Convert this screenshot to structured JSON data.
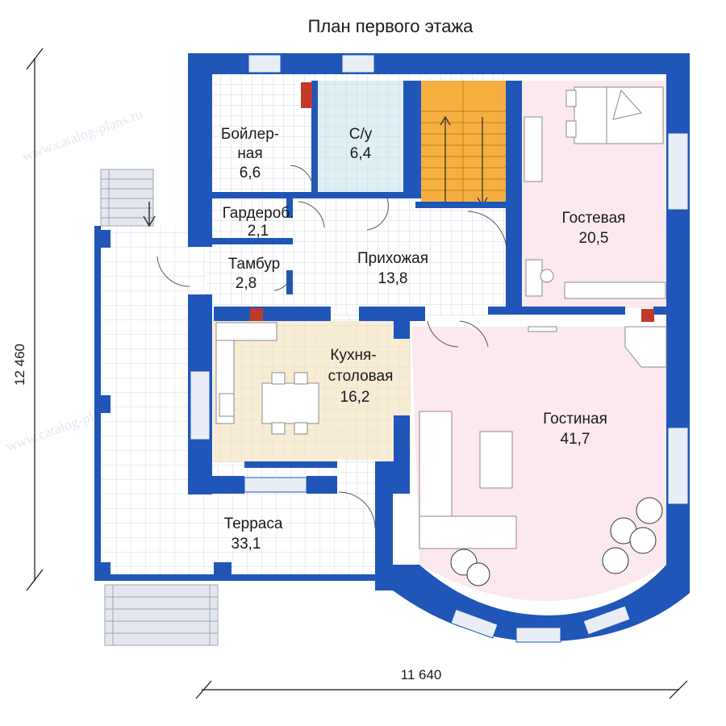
{
  "title": "План первого этажа",
  "rooms": {
    "boiler": {
      "name_line1": "Бойлер-",
      "name_line2": "ная",
      "area": "6,6"
    },
    "wc": {
      "name": "С/у",
      "area": "6,4"
    },
    "wardrobe": {
      "name": "Гардероб.",
      "area": "2,1"
    },
    "vestibule": {
      "name": "Тамбур",
      "area": "2,8"
    },
    "hall": {
      "name": "Прихожая",
      "area": "13,8"
    },
    "guest": {
      "name": "Гостевая",
      "area": "20,5"
    },
    "kitchen": {
      "name_line1": "Кухня-",
      "name_line2": "столовая",
      "area": "16,2"
    },
    "living": {
      "name": "Гостиная",
      "area": "41,7"
    },
    "terrace": {
      "name": "Терраса",
      "area": "33,1"
    }
  },
  "dimensions": {
    "height": "12 460",
    "width": "11 640"
  },
  "watermark": "www.catalog-plans.ru",
  "colors": {
    "wall": "#1f56b8",
    "window": "#e9eef6",
    "tile_bg": "#ffffff",
    "tile_grid": "#cfd8e8",
    "wc_fill": "#dff0f5",
    "stair": "#f5b041",
    "guest_fill": "#fbe9ee",
    "kitchen_fill": "#f8ecd2",
    "fixture": "#c0392b"
  }
}
